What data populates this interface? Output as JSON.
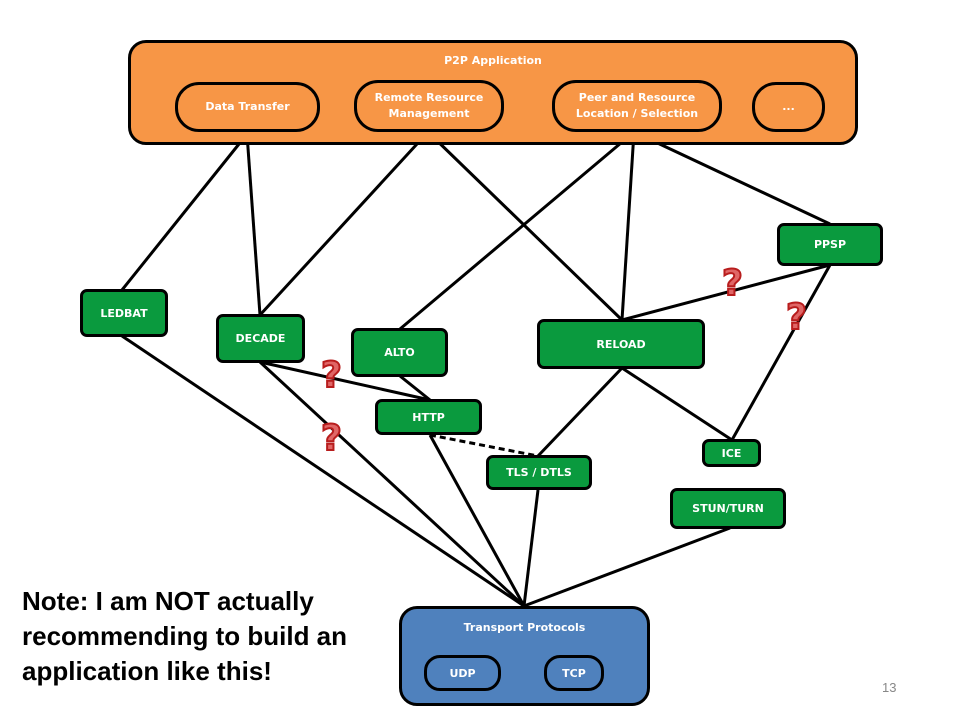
{
  "app": {
    "title": "P2P Application",
    "modules": [
      "Data Transfer",
      "Remote Resource Management",
      "Peer and Resource Location / Selection",
      "..."
    ]
  },
  "protocols": {
    "ledbat": "LEDBAT",
    "decade": "DECADE",
    "alto": "ALTO",
    "reload": "RELOAD",
    "ppsp": "PPSP",
    "http": "HTTP",
    "tls": "TLS / DTLS",
    "ice": "ICE",
    "stun": "STUN/TURN"
  },
  "transport": {
    "title": "Transport Protocols",
    "udp": "UDP",
    "tcp": "TCP"
  },
  "question_mark": "?",
  "note": "Note: I am NOT actually recommending to build an application like this!",
  "page_number": "13",
  "colors": {
    "app_fill": "#f79646",
    "protocol_fill": "#0a9a3e",
    "transport_fill": "#4f81bd",
    "question_fill": "#e06666"
  }
}
